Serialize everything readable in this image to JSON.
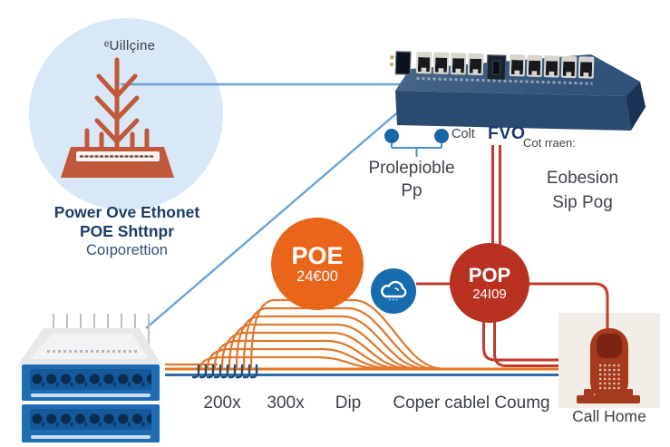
{
  "brand": {
    "logo": "ᵉUillçine"
  },
  "org": {
    "line1": "Power Ove Ethonet",
    "line2": "POE Shttnpr",
    "line3": "Coıporettion"
  },
  "portlabel": {
    "line1": "Prolepioble",
    "line2": "Pp"
  },
  "labels": {
    "colt": "Colt",
    "fvo": "FVO",
    "cot": "Cot rraen:"
  },
  "session": {
    "line1": "Eobesion",
    "line2": "Sip Pog"
  },
  "nodes": {
    "poe": {
      "title": "POE",
      "value": "24€00",
      "color": "#e8651a"
    },
    "pop": {
      "title": "POP",
      "value": "24I09",
      "color": "#b93120"
    },
    "cloud": {
      "icon": "cloud-icon",
      "color": "#176cae"
    }
  },
  "bottom": {
    "count1": "200x",
    "count2": "300x",
    "dip": "Dip",
    "copper": "Coper cablel Coumg"
  },
  "call": {
    "label": "Call Home"
  },
  "icons": {
    "antenna": "antenna-icon",
    "switch": "network-switch",
    "patch_panel": "patch-panel",
    "cloud": "cloud-icon",
    "phone": "phone-icon"
  },
  "colors": {
    "brand_circle": "#d8e8f6",
    "navy_text": "#1d3c6b",
    "gray_text": "#3e434a",
    "cable_orange": "#e0772c",
    "line_red": "#c23a28",
    "line_light_blue": "#6aa3d8",
    "line_dark_blue": "#2e6da6",
    "switch_navy": "#2b4a70",
    "panel_blue": "#1d6db5",
    "phone_red": "#a63a1e"
  }
}
